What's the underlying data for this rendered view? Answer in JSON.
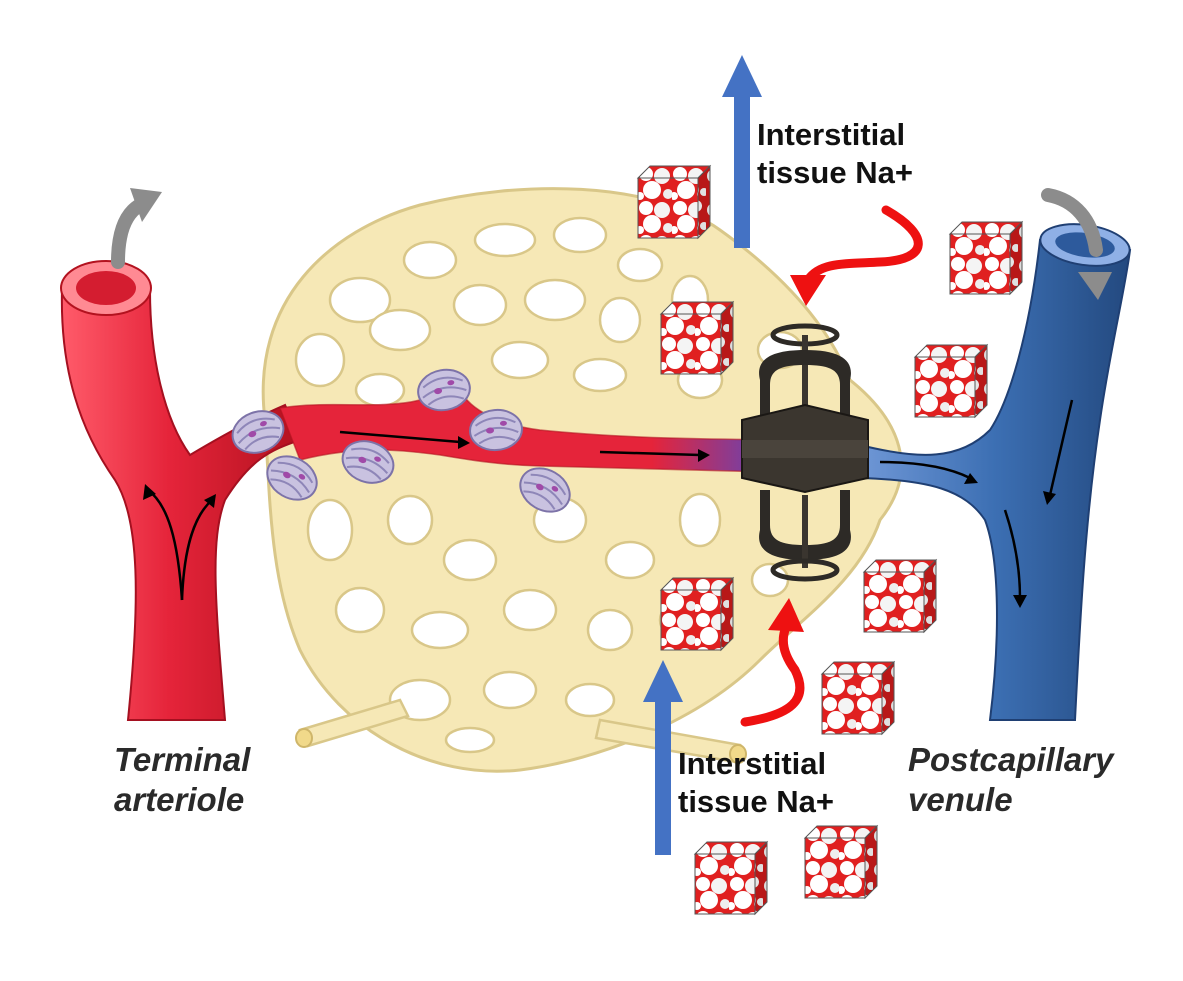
{
  "labels": {
    "na_top_line1": "Interstitial",
    "na_top_line2": "tissue Na+",
    "na_bottom_line1": "Interstitial",
    "na_bottom_line2": "tissue Na+",
    "terminal_line1": "Terminal",
    "terminal_line2": "arteriole",
    "venule_line1": "Postcapillary",
    "venule_line2": "venule"
  },
  "colors": {
    "arteriole_red": "#e5243a",
    "venule_blue": "#3c6fb3",
    "capillary_bed": "#f6e8b6",
    "capillary_outline": "#d9c789",
    "na_arrow_red": "#ee1111",
    "flow_arrow_blue": "#4472c4",
    "flow_arrow_gray": "#8c8c8c",
    "sphincter_lavender": "#c9c2e0",
    "clamp_dark": "#2d2a26"
  },
  "icons": {
    "sodium_cubes": "salt-cube-icon",
    "clamp": "screw-clamp-icon",
    "sphincter": "precapillary-sphincter-icon"
  }
}
